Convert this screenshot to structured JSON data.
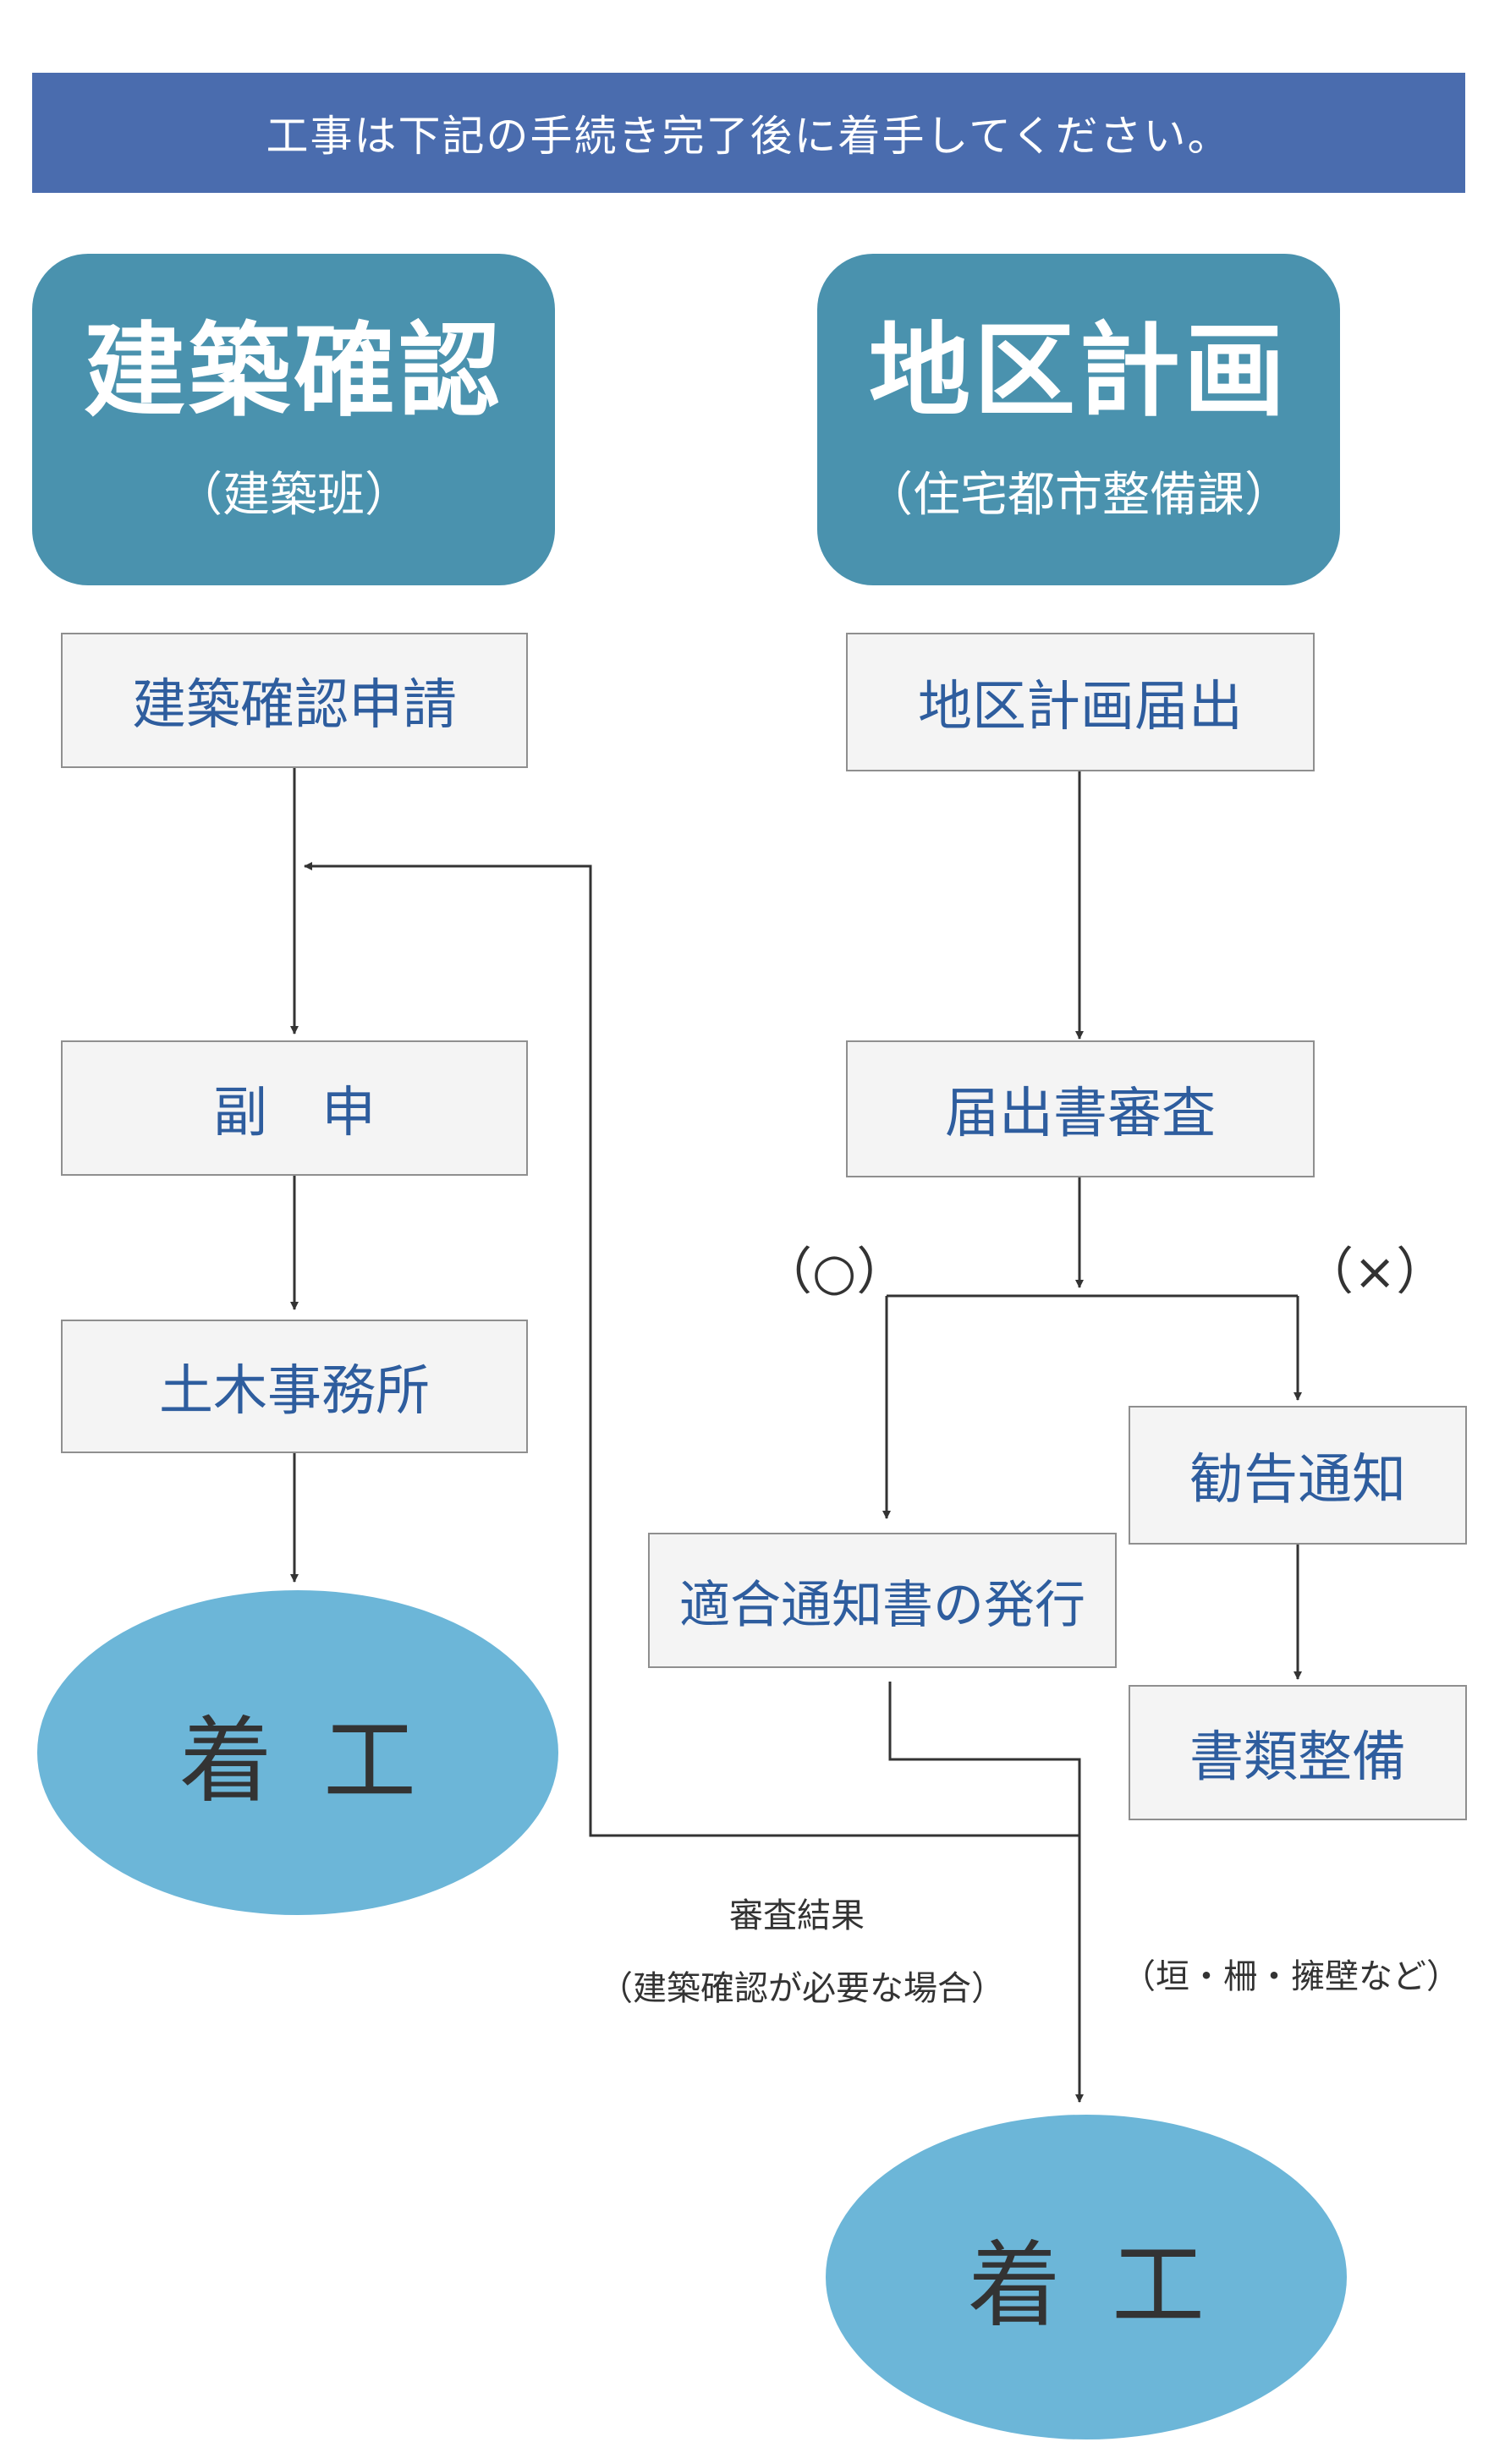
{
  "banner": "工事は下記の手続き完了後に着手してください。",
  "left": {
    "title": "建築確認",
    "subtitle": "（建築班）",
    "steps": [
      "建築確認申請",
      "副　申",
      "土木事務所"
    ],
    "end": "着工"
  },
  "right": {
    "title": "地区計画",
    "subtitle": "（住宅都市整備課）",
    "steps": [
      "地区計画届出",
      "届出書審査"
    ],
    "ok_mark": "（○）",
    "ng_mark": "（×）",
    "ok_step": "適合通知書の発行",
    "ng_steps": [
      "勧告通知",
      "書類整備"
    ],
    "end": "着工"
  },
  "notes": {
    "review_result": "審査結果",
    "review_condition": "（建築確認が必要な場合）",
    "examples": "（垣・柵・擁壁など）"
  },
  "colors": {
    "banner": "#4a6cae",
    "header": "#4a92ae",
    "step_text": "#2e5d9e",
    "ellipse": "#6cb6d8"
  }
}
